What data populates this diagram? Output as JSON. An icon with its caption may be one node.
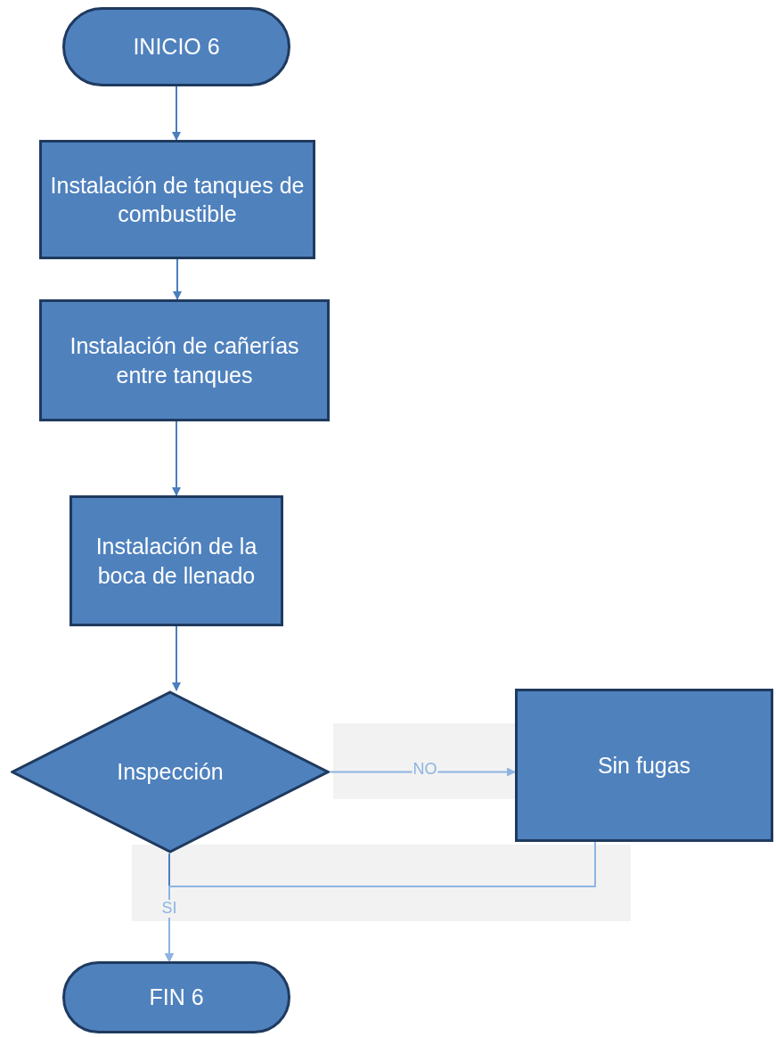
{
  "diagram": {
    "nodes": [
      {
        "text": [
          "INICIO 6"
        ]
      },
      {
        "text": [
          "Instalación de tanques de combustible"
        ]
      },
      {
        "text": [
          "Instalación de cañerías entre tanques"
        ]
      },
      {
        "text": [
          "Instalación de la boca de llenado"
        ]
      },
      {
        "text": [
          "Inspección"
        ]
      },
      {
        "text": [
          "Sin fugas"
        ]
      },
      {
        "text": [
          "FIN 6"
        ]
      }
    ],
    "edges": [
      {
        "from": 0,
        "to": 1,
        "arrow": "to"
      },
      {
        "from": 1,
        "to": 2,
        "arrow": "to"
      },
      {
        "from": 2,
        "to": 3,
        "arrow": "to"
      },
      {
        "from": 3,
        "to": 4,
        "arrow": "to"
      },
      {
        "from": 4,
        "to": 5,
        "arrow": "to",
        "label": "NO",
        "color": "#8db4e2"
      },
      {
        "from": 4,
        "to": 6,
        "arrow": "to",
        "label": "SI"
      },
      {
        "from": 5,
        "to": 6,
        "arrow": "to",
        "color": "#8db4e2"
      }
    ]
  }
}
